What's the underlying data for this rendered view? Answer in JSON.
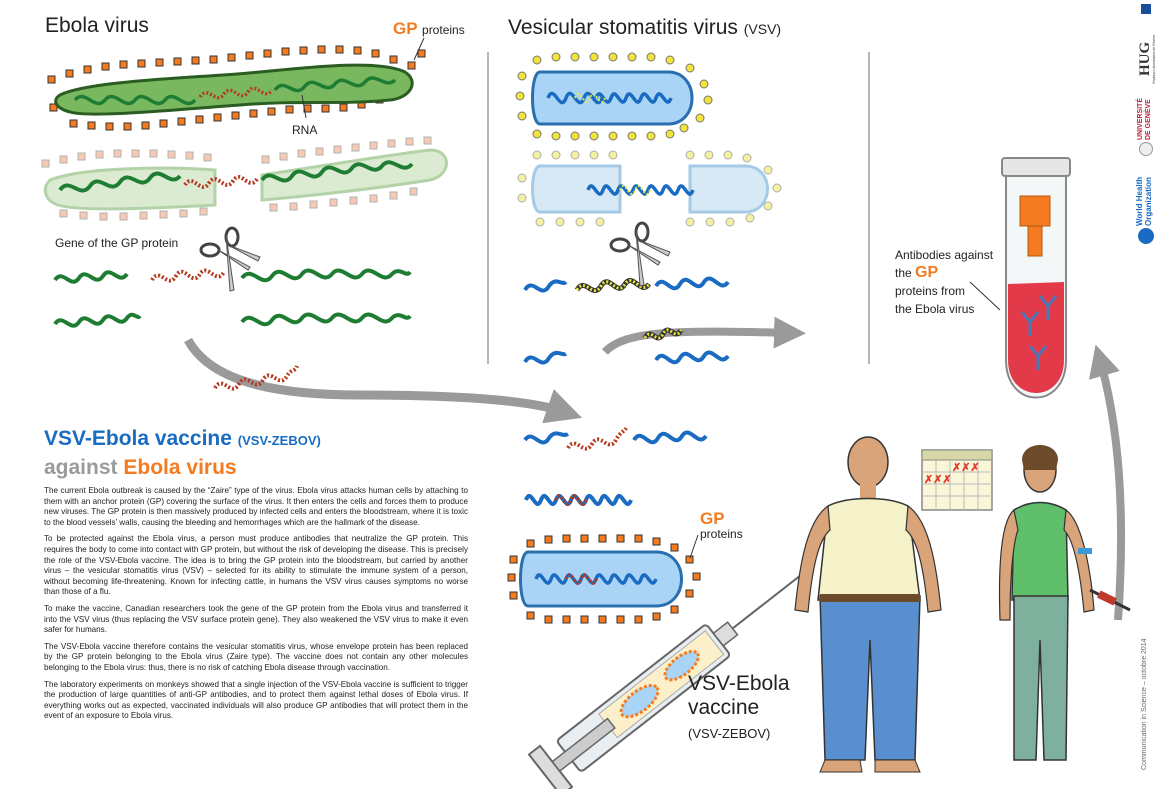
{
  "ebola_title": "Ebola virus",
  "vsv_title": "Vesicular stomatitis virus",
  "vsv_abbr": "(VSV)",
  "gp_label": "GP",
  "proteins_label": "proteins",
  "rna_label": "RNA",
  "gene_label": "Gene of the GP protein",
  "heading_vaccine": "VSV-Ebola vaccine",
  "heading_vaccine_code": "(VSV-ZEBOV)",
  "heading_against": "against",
  "heading_ebola": "Ebola virus",
  "paragraphs": [
    "The current Ebola outbreak is caused by the “Zaire” type of the virus. Ebola virus attacks human cells by attaching to them with an anchor protein (GP) covering the surface of the virus. It then enters the cells and forces them to produce new viruses. The GP protein is then massively produced by infected cells and enters the bloodstream, where it is toxic to the blood vessels’ walls, causing the bleeding and hemorrhages which are the hallmark of the disease.",
    "To be protected against the Ebola virus, a person must produce antibodies that neutralize the GP protein. This requires the body to come into contact with GP protein, but without the risk of developing the disease. This is precisely the role of the VSV-Ebola vaccine. The idea is to bring the GP protein into the bloodstream, but carried by another virus – the vesicular stomatitis virus (VSV) – selected for its ability to stimulate the immune system of a person, without becoming life-threatening. Known for infecting cattle, in humans the VSV virus causes symptoms no worse than those of a flu.",
    "To make the vaccine, Canadian researchers took the gene of the GP protein from the Ebola virus and transferred it into the VSV virus (thus replacing the VSV surface protein gene). They also weakened the VSV virus to make it even safer for humans.",
    "The VSV-Ebola vaccine therefore contains the vesicular stomatitis virus, whose envelope protein has been replaced by the GP protein belonging to the Ebola virus (Zaire type). The vaccine does not contain any other molecules belonging to the Ebola virus: thus, there is no risk of catching Ebola disease through vaccination.",
    "The laboratory experiments on monkeys showed that a single injection of the VSV-Ebola vaccine is sufficient to trigger the production of large quantities of anti-GP antibodies, and to protect them against lethal doses of Ebola virus. If everything works out as expected, vaccinated individuals will also produce GP antibodies that will protect them in the event of an exposure to Ebola virus."
  ],
  "vaccine_label_line1": "VSV-Ebola",
  "vaccine_label_line2": "vaccine",
  "vaccine_code": "(VSV-ZEBOV)",
  "antibodies_line1": "Antibodies against",
  "antibodies_the": "the",
  "antibodies_line3": "proteins from",
  "antibodies_line4": "the Ebola virus",
  "credit": "Communication in Science – octobre 2014",
  "logos": {
    "hug": "HUG",
    "hug_sub": "Hôpitaux Universitaires de Genève",
    "unige1": "UNIVERSITÉ",
    "unige2": "DE GENÈVE",
    "who1": "World Health",
    "who2": "Organization"
  },
  "colors": {
    "ebola_green": "#2e8b3a",
    "gp_orange": "#f47b20",
    "vsv_blue": "#1a6bc2",
    "vsv_yellow": "#e6e63a",
    "ebola_gene_red": "#c0392b"
  }
}
